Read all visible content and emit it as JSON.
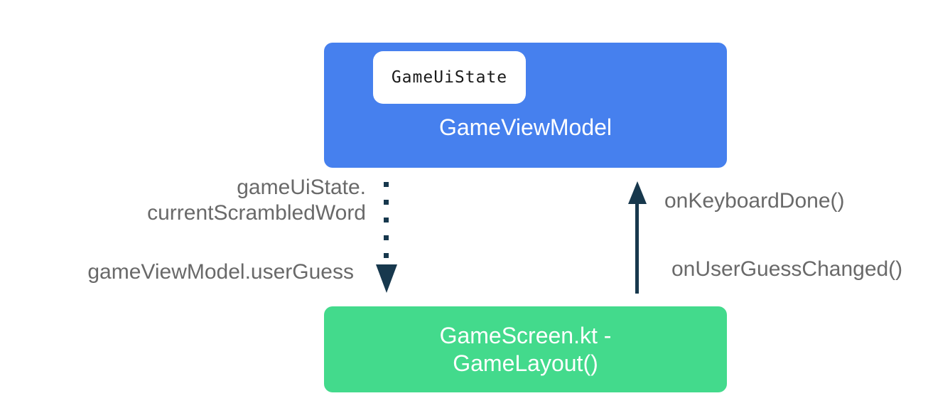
{
  "colors": {
    "viewmodel_box_bg": "#4680ee",
    "screen_box_bg": "#43da8c",
    "arrow": "#17384d",
    "label_text": "#696969",
    "box_title_text": "#ffffff",
    "chip_bg": "#ffffff",
    "chip_text": "#1a1a1a"
  },
  "viewmodel_box": {
    "chip_label": "GameUiState",
    "title": "GameViewModel"
  },
  "screen_box": {
    "title_line1": "GameScreen.kt -",
    "title_line2": "GameLayout()"
  },
  "state_flow_labels": {
    "line1": "gameUiState.",
    "line2": "currentScrambledWord",
    "bottom": "gameViewModel.userGuess"
  },
  "event_flow_labels": {
    "top": "onKeyboardDone()",
    "bottom": "onUserGuessChanged()"
  }
}
